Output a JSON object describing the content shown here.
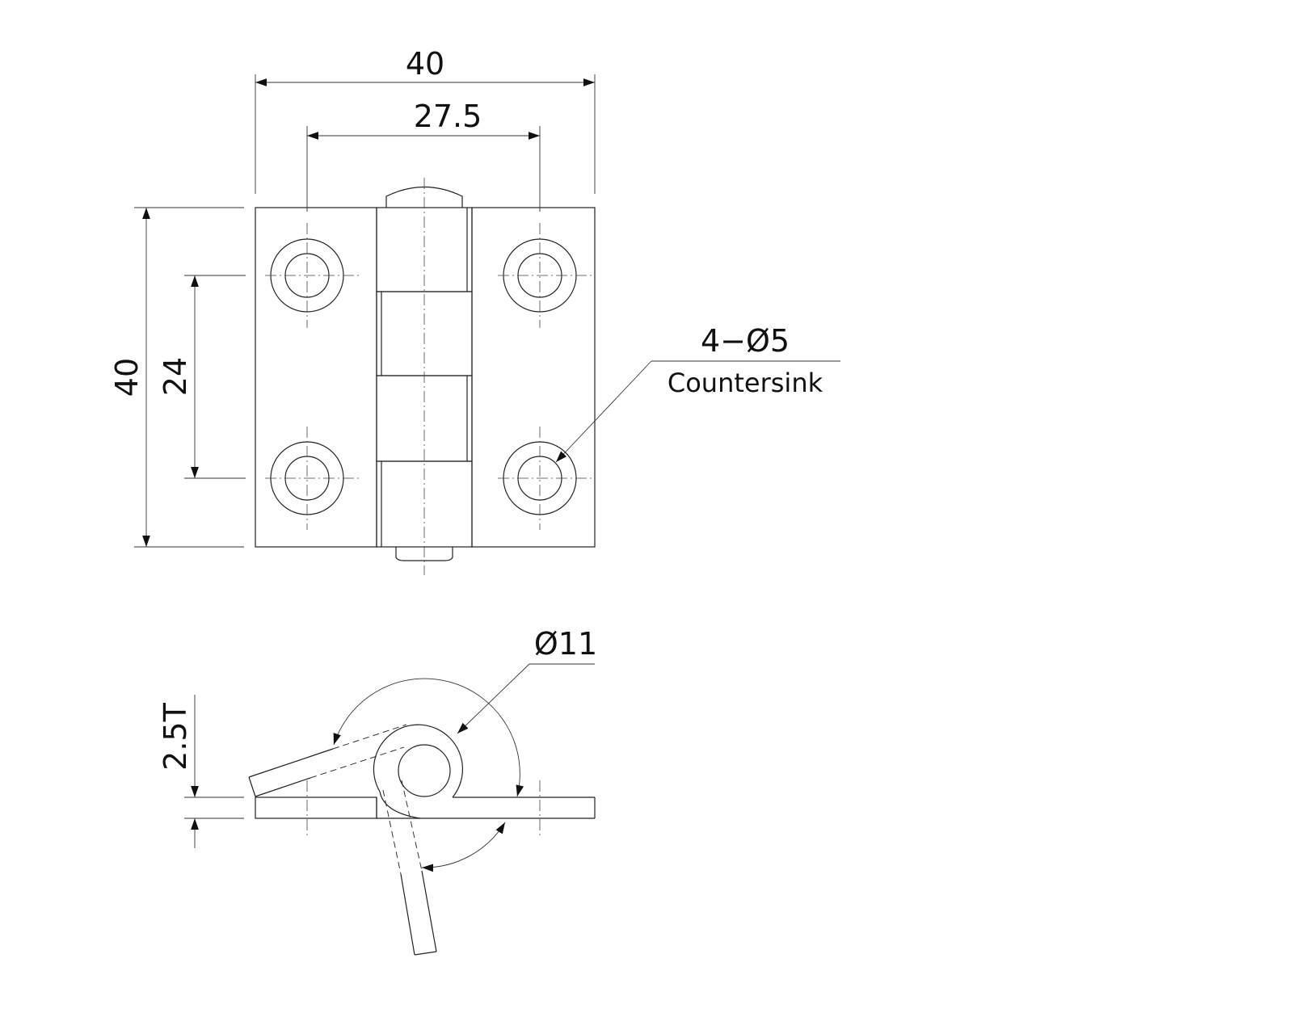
{
  "dimensions": {
    "overall_width": "40",
    "hole_spacing_x": "27.5",
    "overall_height": "40",
    "hole_spacing_y": "24",
    "thickness": "2.5T",
    "pin_diameter": "Ø11"
  },
  "callouts": {
    "hole_spec": "4−Ø5",
    "hole_note": "Countersink"
  }
}
